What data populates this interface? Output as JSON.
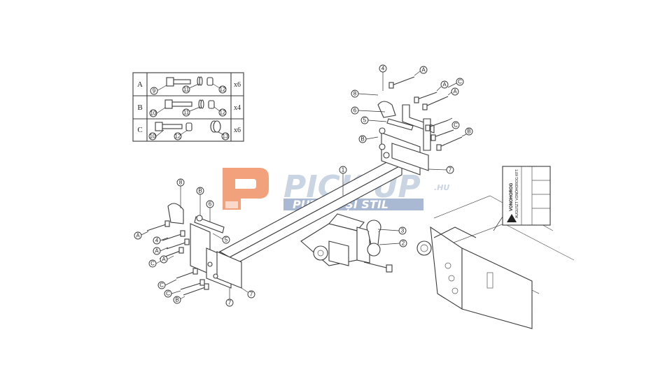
{
  "watermark": {
    "brand": "PICK-UP",
    "tld": ".HU",
    "tagline": "PUTERE ȘI STIL",
    "colors": {
      "logo_orange": "#f08a5d",
      "logo_blue": "#b9c7dc",
      "tagline_bar": "#9aaccb"
    }
  },
  "parts_table": {
    "rows": [
      {
        "letter": "A",
        "qty": "x6",
        "parts": [
          "9",
          "11",
          "12"
        ]
      },
      {
        "letter": "B",
        "qty": "x4",
        "parts": [
          "10",
          "11",
          "12"
        ]
      },
      {
        "letter": "C",
        "qty": "x6",
        "parts": [
          "10",
          "12",
          "13"
        ]
      }
    ]
  },
  "callouts": {
    "bar": "1",
    "ball": "2",
    "socket_plate": "3",
    "bracket_top": "4",
    "nut": "5",
    "strap": "6",
    "plate": "7",
    "washer": "8",
    "bolt_a": "A",
    "bolt_b": "B",
    "bolt_c": "C"
  },
  "label": {
    "brand": "VONOHOROG",
    "company": "AUGUSZT VONÓHOROG KFT."
  }
}
